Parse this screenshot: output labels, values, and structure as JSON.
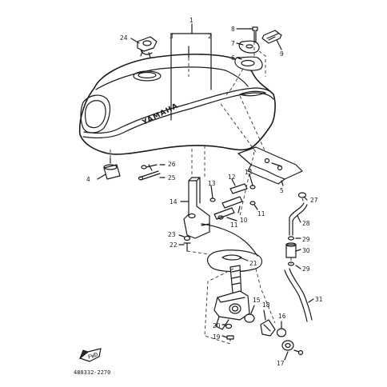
{
  "tank_brand": "YAMAHA",
  "callouts": {
    "p1": "1",
    "p2": "2",
    "p3": "3",
    "p4": "4",
    "p5": "5",
    "p6": "6",
    "p7": "7",
    "p8": "8",
    "p9": "9",
    "p10": "10",
    "p11": "11",
    "p11b": "11",
    "p12": "12",
    "p13": "13",
    "p13b": "13",
    "p14": "14",
    "p15": "15",
    "p16": "16",
    "p17": "17",
    "p18": "18",
    "p19": "19",
    "p20": "20",
    "p21": "21",
    "p22": "22",
    "p23": "23",
    "p24": "24",
    "p25": "25",
    "p26": "26",
    "p27": "27",
    "p28": "28",
    "p29": "29",
    "p29b": "29",
    "p30": "30",
    "p31": "31"
  },
  "front_arrow_label": "FWD",
  "drawing_ref": "488332-2270"
}
